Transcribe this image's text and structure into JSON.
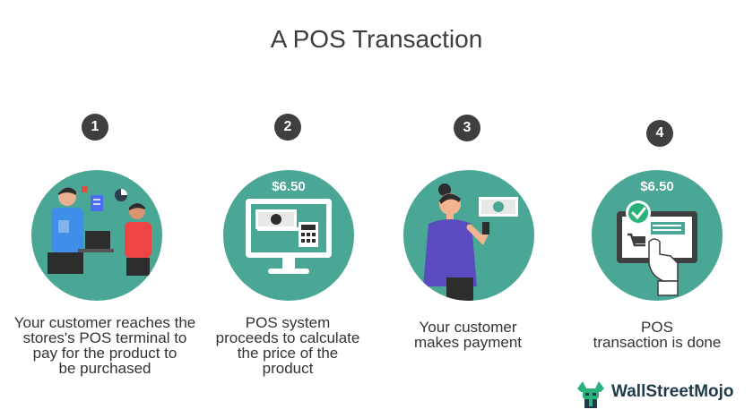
{
  "title": "A POS Transaction",
  "steps": [
    {
      "number": "1",
      "caption_lines": [
        "Your customer reaches the",
        "stores's POS terminal to",
        "pay for the product to",
        "be purchased"
      ]
    },
    {
      "number": "2",
      "price": "$6.50",
      "caption_lines": [
        "POS system",
        "proceeds to calculate",
        "the price of the",
        "product"
      ]
    },
    {
      "number": "3",
      "caption_lines": [
        "Your customer",
        "makes payment"
      ]
    },
    {
      "number": "4",
      "price": "$6.50",
      "caption_lines": [
        "POS",
        "transaction is done"
      ]
    }
  ],
  "logo": {
    "text": "WallStreetMojo"
  },
  "colors": {
    "circle": "#4aa796",
    "badge": "#3f3f3f",
    "check": "#2ab27b"
  }
}
